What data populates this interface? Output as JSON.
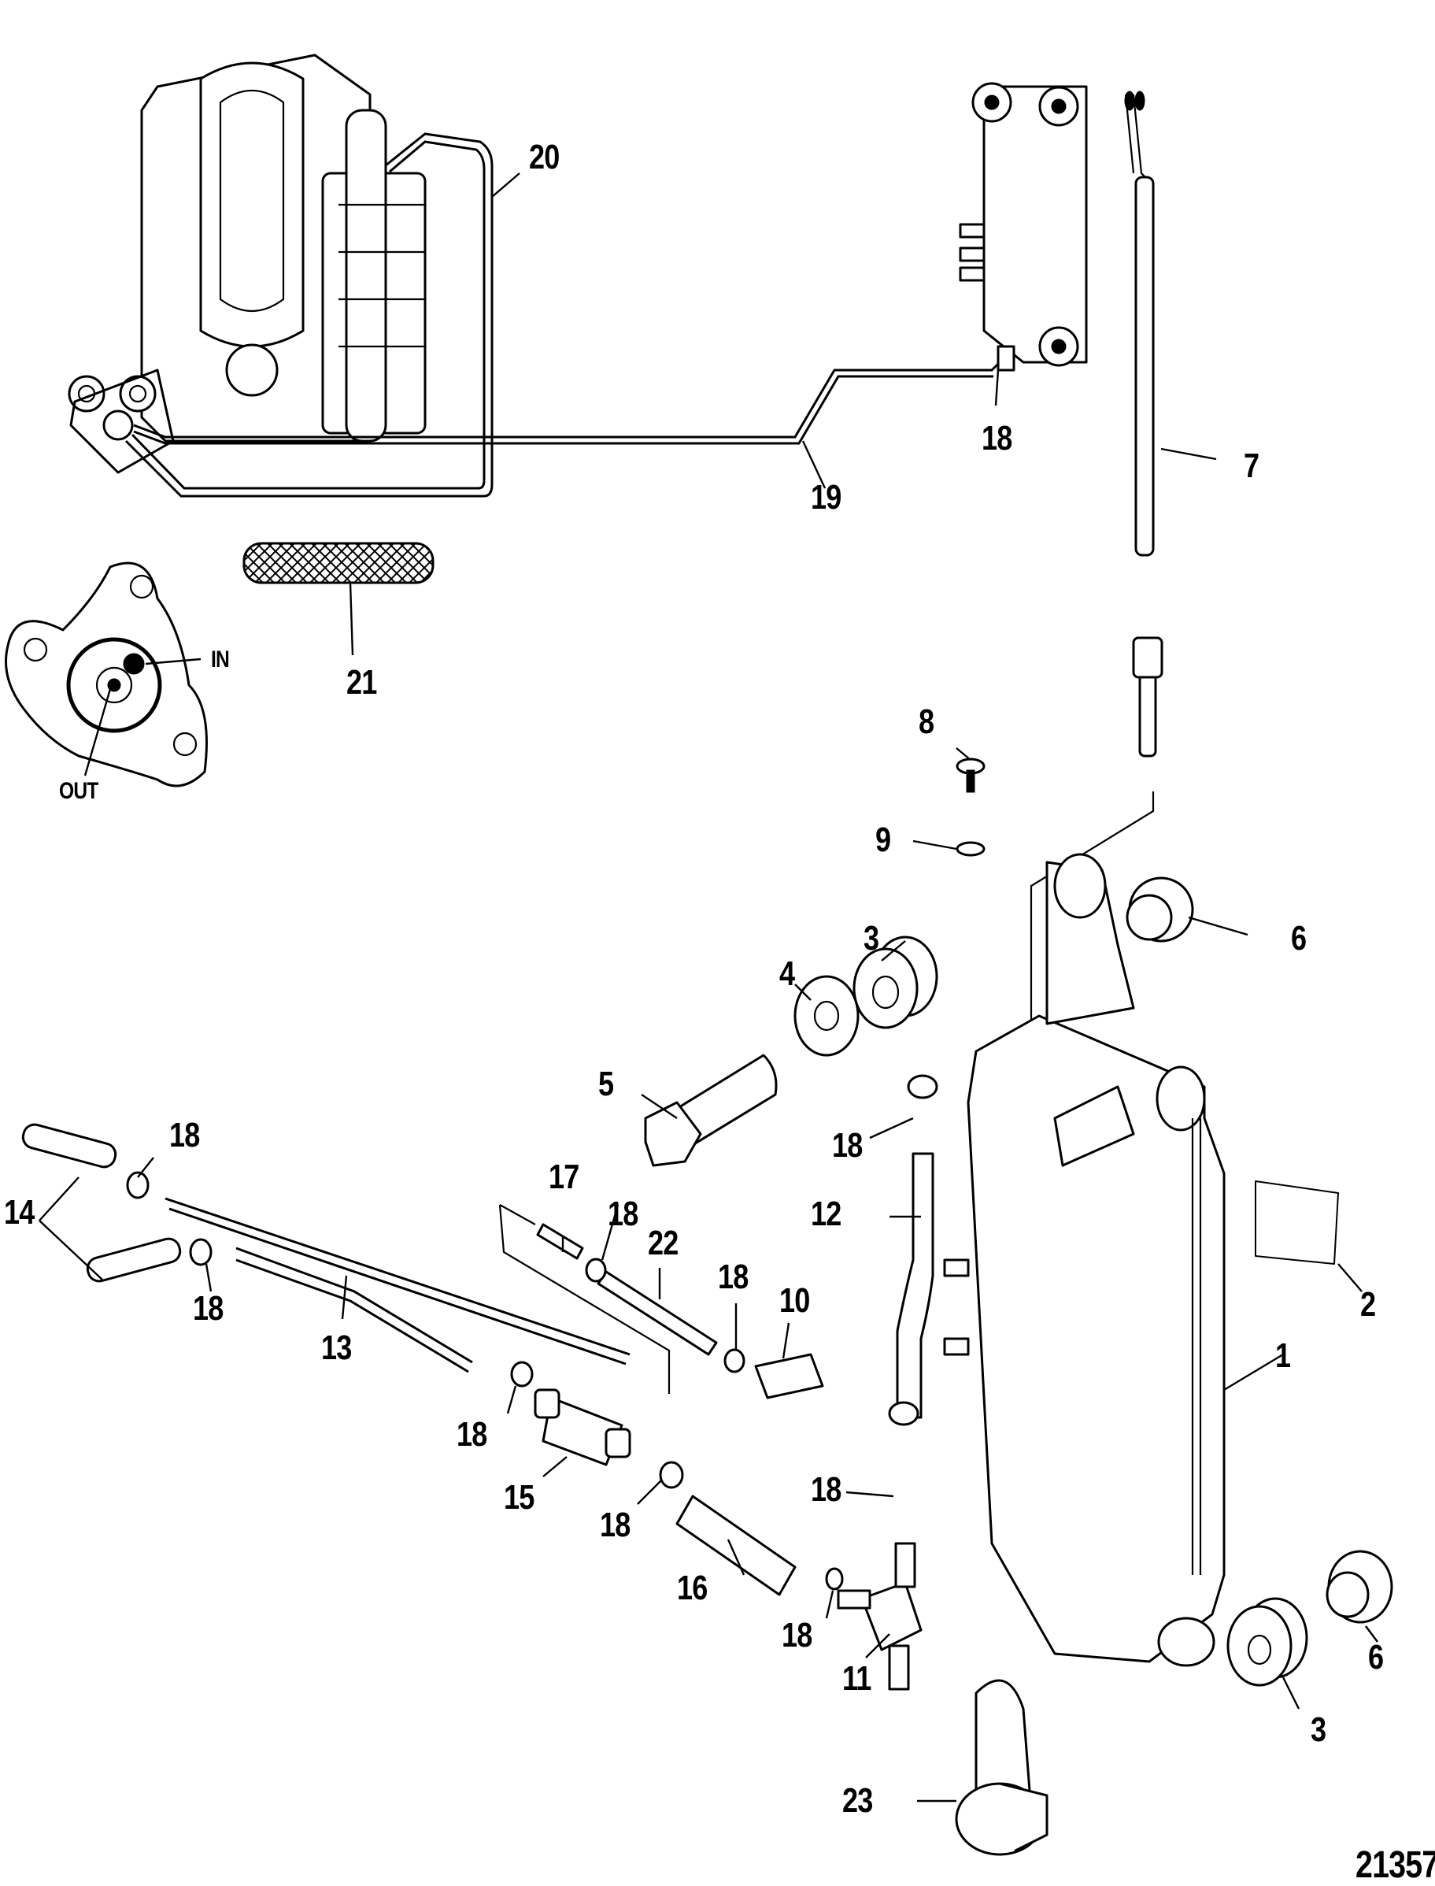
{
  "diagram": {
    "figure_number": "21357",
    "callouts": [
      "1",
      "2",
      "3",
      "3",
      "4",
      "5",
      "6",
      "6",
      "7",
      "8",
      "9",
      "10",
      "11",
      "12",
      "13",
      "14",
      "15",
      "16",
      "17",
      "18",
      "18",
      "18",
      "18",
      "18",
      "18",
      "18",
      "18",
      "18",
      "18",
      "19",
      "20",
      "21",
      "22",
      "23"
    ],
    "labels": {
      "p1": "1",
      "p2": "2",
      "p3a": "3",
      "p3b": "3",
      "p4": "4",
      "p5": "5",
      "p6a": "6",
      "p6b": "6",
      "p7": "7",
      "p8": "8",
      "p9": "9",
      "p10": "10",
      "p11": "11",
      "p12": "12",
      "p13": "13",
      "p14": "14",
      "p15": "15",
      "p16": "16",
      "p17": "17",
      "p18a": "18",
      "p18b": "18",
      "p18c": "18",
      "p18d": "18",
      "p18e": "18",
      "p18f": "18",
      "p18g": "18",
      "p18h": "18",
      "p18i": "18",
      "p18j": "18",
      "p19": "19",
      "p20": "20",
      "p21": "21",
      "p22": "22",
      "p23": "23"
    },
    "pump_inset": {
      "in_label": "IN",
      "out_label": "OUT"
    }
  }
}
